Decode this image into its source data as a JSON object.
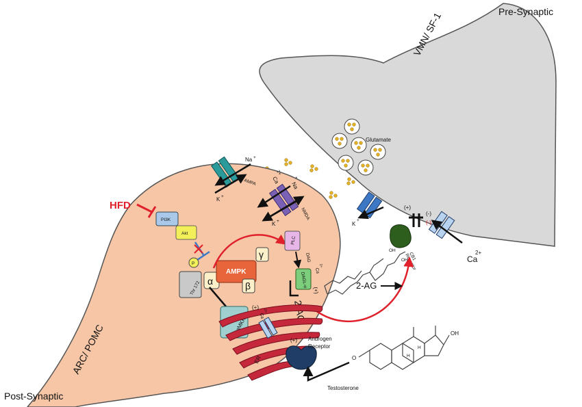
{
  "colors": {
    "pre_cell": "#d9d9d9",
    "post_cell": "#f6c6a6",
    "ampk": "#e8643a",
    "inhibit_red": "#e0202a",
    "er": "#c4283a",
    "receptor_dark": "#1f3d66",
    "cb1": "#2e5e1e",
    "dag_lipase": "#7ccd7c",
    "plc": "#e7b6e6",
    "pi3k": "#a9c8ea",
    "akt": "#f2ef5a",
    "camkk": "#9fcfcf",
    "thr172": "#c9c9c9",
    "glutamate": "#e7b427"
  },
  "labels": {
    "pre_synaptic": "Pre-Synaptic",
    "vmn_sf1": "VMN/ SF-1",
    "post_synaptic": "Post-Synaptic",
    "arc_pomc": "ARC/ POMC",
    "glutamate": "Glutamate",
    "hfd": "HFD",
    "pi3k": "PI3K",
    "akt": "Akt",
    "thr172": "Thr 172",
    "p": "P",
    "alpha": "α",
    "ampk": "AMPK",
    "beta": "β",
    "gamma": "γ",
    "plc": "PLC",
    "dag": "DAG",
    "dag_lipase": "DAGL-α",
    "camkk": "CaMKK",
    "ca_post": "Ca",
    "ca_sup": "2+",
    "plus": "(+)",
    "minus": "(-)",
    "er": "ER",
    "two_ag": "2-AG",
    "cb1": "CB1",
    "receptor": "Receptor",
    "androgen": "Androgen",
    "testosterone": "Testosterone",
    "ampa": "AMPA",
    "nmda": "NMDA",
    "na": "Na",
    "k": "K",
    "sup_plus": "+",
    "oh": "OH",
    "o": "O",
    "h": "H"
  }
}
